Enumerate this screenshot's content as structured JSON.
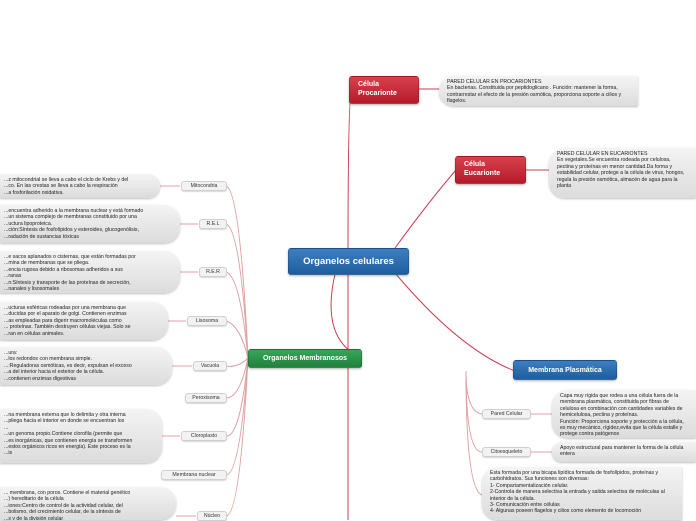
{
  "center": "Organelos celulares",
  "procariota": {
    "label": "Célula Procarionte",
    "desc": "PARED CELULAR EN PROCARIONTES\nEn bacterias. Constituida por peptidoglicano . Función: mantener la forma, contrarrestar el efecto de la presión osmótica, proporciona soporte a cilios y flagelos."
  },
  "eucariota": {
    "label": "Célula Eucarionte",
    "desc": "PARED CELULAR EN EUCARIONTES\nEn vegetales.Se encuentra rodeada por celulosa, pectina y proteínas en menor cantidad.Da forma y estabilidad celular, protege a la célula de virus, hongos, regula la presión osmótica, almacén de agua para la planta"
  },
  "membranosos": {
    "label": "Organelos Membranosos",
    "items": [
      {
        "label": "Mitocondria",
        "desc": "...z mitocondrial se lleva a cabo el ciclo de Krebs y del\n...co. En las crestas se lleva a cabo la respiración\n...a fosforilación oxidativa."
      },
      {
        "label": "R.E.L",
        "desc": "...encuentra adherido a la membrana nuclear y está formado\n...un sistema complejo de membranas constituido por una\n...uctura lipoproteica.\n...ción:Síntesis de fosfolípidos y esteroides, glucogenólisis,\n...radación de sustancias tóxicas"
      },
      {
        "label": "R.E.R",
        "desc": "...e sacos aplanados o cisternas, que están formadas por\n...mina de membranas que se pliega.\n...encia rugosa debido a ribosomas adheridos a sus\n...ranas\n...n:Síntesis y transporte de las proteínas de secreción,\n...nanales y lisosomales"
      },
      {
        "label": "Lisosoma",
        "desc": "...ucturas esféricas rodeadas por una membrana que\n...ducidas por el aparato de golgi. Contienen enzimas\n...as empleadas para digerir macromoléculas como\n... proteínas. También destruyen células viejas. Solo se\n...ran en células animales."
      },
      {
        "label": "Vacuola",
        "desc": "...ura:\n...los redondos con membrana simple.\n...:Reguladoras osmóticas, es decir, expulsan el exceso\n...a del interior hacia el exterior de la célula.\n...contienen enzimas digestivas"
      },
      {
        "label": "Peroxisoma",
        "desc": ""
      },
      {
        "label": "Cloroplasto",
        "desc": "...na membrana externa que lo delimita y otra interna\n...pliega hacia el interior en donde se encuentran los\n...\n...un genoma propio.Contiene clorofila (permite que\n...es inorgánicas, que contienen energía se transformen\n...estos orgánicos ricos en energía). Este proceso es la\n...is"
      },
      {
        "label": "Membrana nuclear",
        "desc": ""
      },
      {
        "label": "Núcleo",
        "desc": "... membrana, con poros. Contiene el material genético\n...) hereditario de la célula\n...iones:Centro de control de la actividad celular, del\n...bolismo, del crecimiento celular, de la síntesis de\n...s y de la división celular"
      }
    ]
  },
  "membrana": {
    "label": "Membrana Plasmática",
    "items": [
      {
        "label": "Pared Celular",
        "desc": "Capa muy rígida que rodea a una célula fuera de la membrana plasmática, constituida por fibras de celulosa en combinación con cantidades variables de hemicelulosa, pectina y proteínas.\n Función: Proporciona soporte y protección a la célula, es muy mecánico, rígidez,evita que la célula estalle y protege contra patógenos"
      },
      {
        "label": "Citoesqueleto",
        "desc": "Apoyo estructural para mantener la forma de la célula entera"
      },
      {
        "label": "",
        "desc": "Esta formada por una bicapa lipídica formada de fosfolípidos, proteínas y carbohidratos. Sus funciones son diversas:\n1- Compartamentalización celular.\n2-Controla de manera selectiva la entrada y salida selectiva de moléculas al interior de la célula.\n3- Comunicación entre células\n4- Algunas poseen flagelos y cilios como elemento de locomoción"
      }
    ]
  }
}
